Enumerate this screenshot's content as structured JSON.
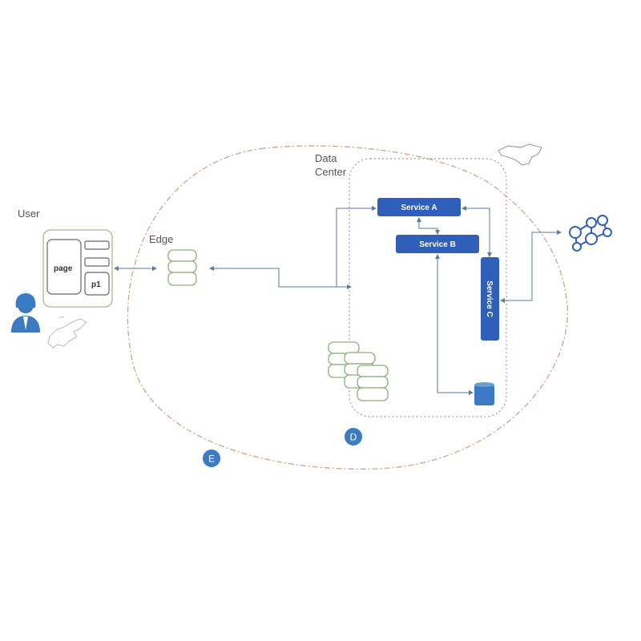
{
  "labels": {
    "user": "User",
    "edge": "Edge",
    "data_center_line1": "Data",
    "data_center_line2": "Center"
  },
  "browser": {
    "page": "page",
    "p1": "p1"
  },
  "services": {
    "a": "Service A",
    "b": "Service B",
    "c": "Service C"
  },
  "markers": {
    "d": "D",
    "e": "E"
  },
  "colors": {
    "service": "#2f5fb8",
    "icon_blue": "#3b7bc4",
    "db_green": "#8fae7a",
    "edge_boundary": "#c8a68a",
    "dc_boundary": "#9a9a8a",
    "arrow": "#5a7aa0"
  }
}
